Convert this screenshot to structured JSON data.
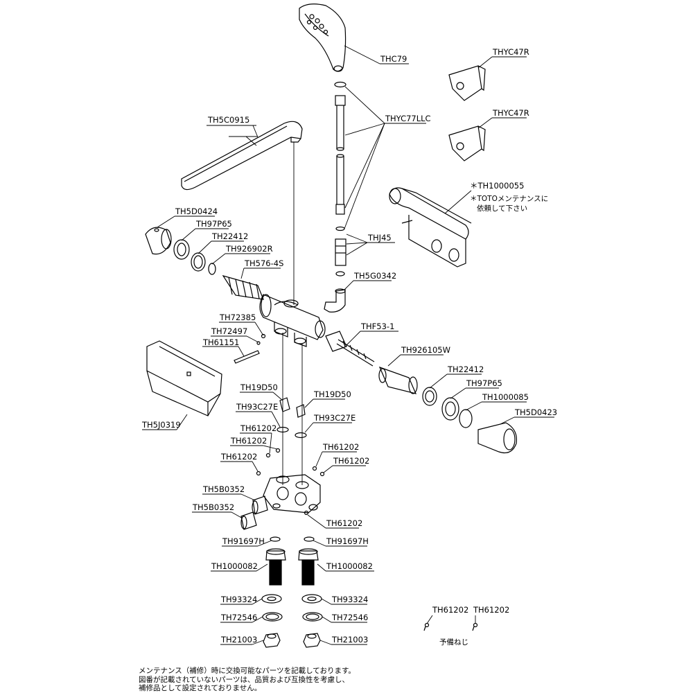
{
  "parts": {
    "shower_head": "THC79",
    "holder_upper": "THYC47R",
    "holder_lower": "THYC47R",
    "hose": "THYC77LLC",
    "spout": "TH5C0915",
    "body_note_part": "＊TH1000055",
    "body_note_text_1": "＊TOTOメンテナンスに",
    "body_note_text_2": "依頼して下さい",
    "handle_cap_left": "TH5D0424",
    "ring_left": "TH97P65",
    "nut_left": "TH22412",
    "oring_left": "TH926902R",
    "cartridge_left": "TH576-4S",
    "union": "THJ45",
    "elbow": "TH5G0342",
    "spindle": "THF53-1",
    "screw_a": "TH72385",
    "screw_b": "TH72497",
    "screw_c": "TH61151",
    "cover": "TH5J0319",
    "valve_right": "TH926105W",
    "nut_right": "TH22412",
    "ring_right": "TH97P65",
    "clip_right": "TH1000085",
    "handle_right": "TH5D0423",
    "nut_l": "TH19D50",
    "nut_r": "TH19D50",
    "gasket_l": "TH93C27E",
    "gasket_r": "TH93C27E",
    "screw_1": "TH61202",
    "screw_2": "TH61202",
    "screw_3": "TH61202",
    "screw_4": "TH61202",
    "screw_5": "TH61202",
    "screw_6": "TH61202",
    "strainer_1": "TH5B0352",
    "strainer_2": "TH5B0352",
    "packing_l": "TH91697H",
    "packing_r": "TH91697H",
    "fitting_l": "TH1000082",
    "fitting_r": "TH1000082",
    "washer_l": "TH93324",
    "washer_r": "TH93324",
    "plate_l": "TH72546",
    "plate_r": "TH72546",
    "capnut_l": "TH21003",
    "capnut_r": "TH21003",
    "spare_screw_1": "TH61202",
    "spare_screw_2": "TH61202",
    "spare_label": "予備ねじ"
  },
  "footnote": {
    "line1": "メンテナンス（補修）時に交換可能なパーツを記載しております。",
    "line2": "図番が記載されていないパーツは、品質および互換性を考慮し、",
    "line3": "補修品として設定されておりません。"
  }
}
